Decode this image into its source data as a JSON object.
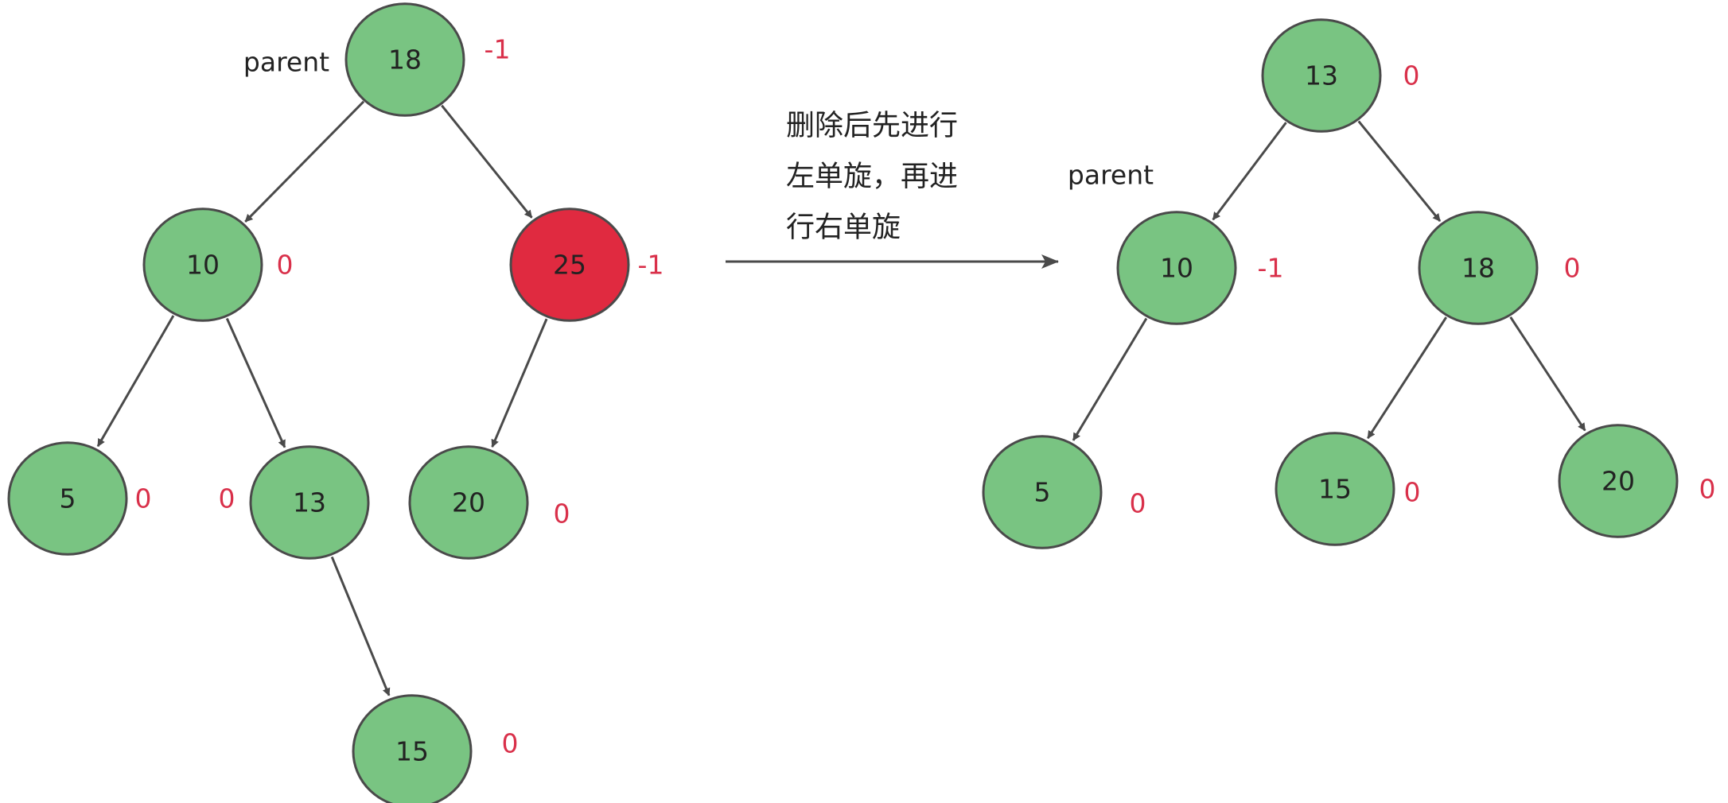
{
  "colors": {
    "node_fill": "#79c482",
    "highlight_fill": "#e02a40",
    "stroke": "#4a4a4a",
    "balance_text": "#d9304a",
    "text": "#222222"
  },
  "before_tree": {
    "parent_label": "parent",
    "nodes": [
      {
        "id": "b18",
        "value": "18",
        "balance": "-1"
      },
      {
        "id": "b10",
        "value": "10",
        "balance": "0"
      },
      {
        "id": "b25",
        "value": "25",
        "balance": "-1",
        "highlight": true
      },
      {
        "id": "b5",
        "value": "5",
        "balance": "0"
      },
      {
        "id": "b13",
        "value": "13",
        "balance": "0"
      },
      {
        "id": "b20",
        "value": "20",
        "balance": "0"
      },
      {
        "id": "b15",
        "value": "15",
        "balance": "0"
      }
    ],
    "edges": [
      [
        "b18",
        "b10"
      ],
      [
        "b18",
        "b25"
      ],
      [
        "b10",
        "b5"
      ],
      [
        "b10",
        "b13"
      ],
      [
        "b25",
        "b20"
      ],
      [
        "b13",
        "b15"
      ]
    ]
  },
  "transition": {
    "caption_lines": [
      "删除后先进行",
      "左单旋，再进",
      "行右单旋"
    ]
  },
  "after_tree": {
    "parent_label": "parent",
    "nodes": [
      {
        "id": "a13",
        "value": "13",
        "balance": "0"
      },
      {
        "id": "a10",
        "value": "10",
        "balance": "-1"
      },
      {
        "id": "a18",
        "value": "18",
        "balance": "0"
      },
      {
        "id": "a5",
        "value": "5",
        "balance": "0"
      },
      {
        "id": "a15",
        "value": "15",
        "balance": "0"
      },
      {
        "id": "a20",
        "value": "20",
        "balance": "0"
      }
    ],
    "edges": [
      [
        "a13",
        "a10"
      ],
      [
        "a13",
        "a18"
      ],
      [
        "a10",
        "a5"
      ],
      [
        "a18",
        "a15"
      ],
      [
        "a18",
        "a20"
      ]
    ]
  }
}
